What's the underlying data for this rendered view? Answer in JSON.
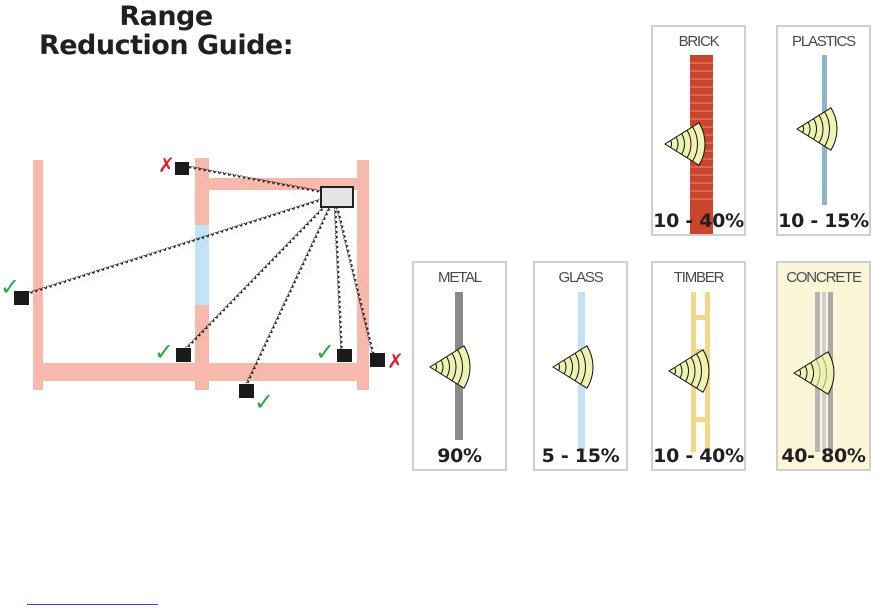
{
  "title": {
    "line1": "Range",
    "line2": "Reduction Guide:"
  },
  "marks": {
    "check": "✓",
    "cross": "✗"
  },
  "colors": {
    "wall": "#f7b9ac",
    "window": "#c3e4f4",
    "device": "#1a1a1a",
    "check": "#2aa84a",
    "cross": "#e0202a",
    "signal_fill": "#eef2b3"
  },
  "materials": [
    {
      "name": "BRICK",
      "value": "10 - 40%"
    },
    {
      "name": "PLASTICS",
      "value": "10 - 15%"
    },
    {
      "name": "METAL",
      "value": "90%"
    },
    {
      "name": "GLASS",
      "value": "5 - 15%"
    },
    {
      "name": "TIMBER",
      "value": "10 - 40%"
    },
    {
      "name": "CONCRETE",
      "value": "40- 80%"
    }
  ]
}
